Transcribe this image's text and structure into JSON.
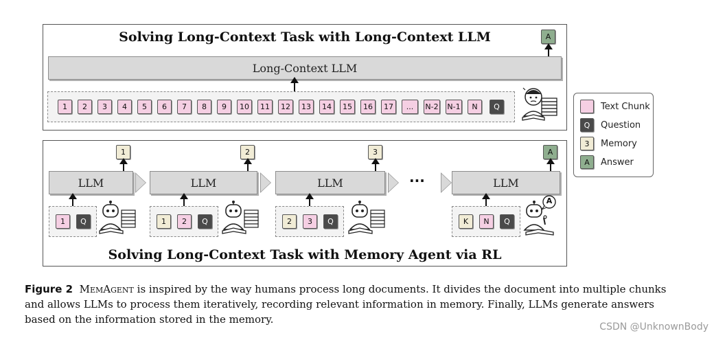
{
  "top_panel": {
    "title": "Solving Long-Context Task with Long-Context LLM",
    "llm_label": "Long-Context LLM",
    "chunks": [
      "1",
      "2",
      "3",
      "4",
      "5",
      "6",
      "7",
      "8",
      "9",
      "10",
      "11",
      "12",
      "13",
      "14",
      "15",
      "16",
      "17",
      "...",
      "N-2",
      "N-1",
      "N"
    ],
    "question": "Q",
    "answer": "A"
  },
  "bottom_panel": {
    "title": "Solving Long-Context Task with Memory Agent via RL",
    "ellipsis": "···",
    "steps": [
      {
        "llm_label": "LLM",
        "memory_out": "1",
        "inputs": [
          {
            "text": "1",
            "kind": "pink"
          },
          {
            "text": "Q",
            "kind": "q"
          }
        ]
      },
      {
        "llm_label": "LLM",
        "memory_out": "2",
        "inputs": [
          {
            "text": "1",
            "kind": "mem"
          },
          {
            "text": "2",
            "kind": "pink"
          },
          {
            "text": "Q",
            "kind": "q"
          }
        ]
      },
      {
        "llm_label": "LLM",
        "memory_out": "3",
        "inputs": [
          {
            "text": "2",
            "kind": "mem"
          },
          {
            "text": "3",
            "kind": "pink"
          },
          {
            "text": "Q",
            "kind": "q"
          }
        ]
      },
      {
        "llm_label": "LLM",
        "answer_out": "A",
        "inputs": [
          {
            "text": "K",
            "kind": "mem"
          },
          {
            "text": "N",
            "kind": "pink"
          },
          {
            "text": "Q",
            "kind": "q"
          }
        ]
      }
    ],
    "speech_bubble": "A"
  },
  "legend": {
    "items": [
      {
        "label": "Text Chunk",
        "glyph": "",
        "kind": "pink"
      },
      {
        "label": "Question",
        "glyph": "Q",
        "kind": "q"
      },
      {
        "label": "Memory",
        "glyph": "3",
        "kind": "mem"
      },
      {
        "label": "Answer",
        "glyph": "A",
        "kind": "ans"
      }
    ]
  },
  "caption": {
    "figure_label": "Figure 2",
    "name": "MemAgent",
    "text": " is inspired by the way humans process long documents. It divides the document into multiple chunks and allows LLMs to process them iteratively, recording relevant information in memory. Finally, LLMs generate answers based on the information stored in the memory."
  },
  "watermark": "CSDN @UnknownBody",
  "colors": {
    "chunk": "#f5cfe3",
    "question": "#4a4a4a",
    "memory": "#f1ecd6",
    "answer": "#8fae8f",
    "llm": "#d9d9d9"
  }
}
